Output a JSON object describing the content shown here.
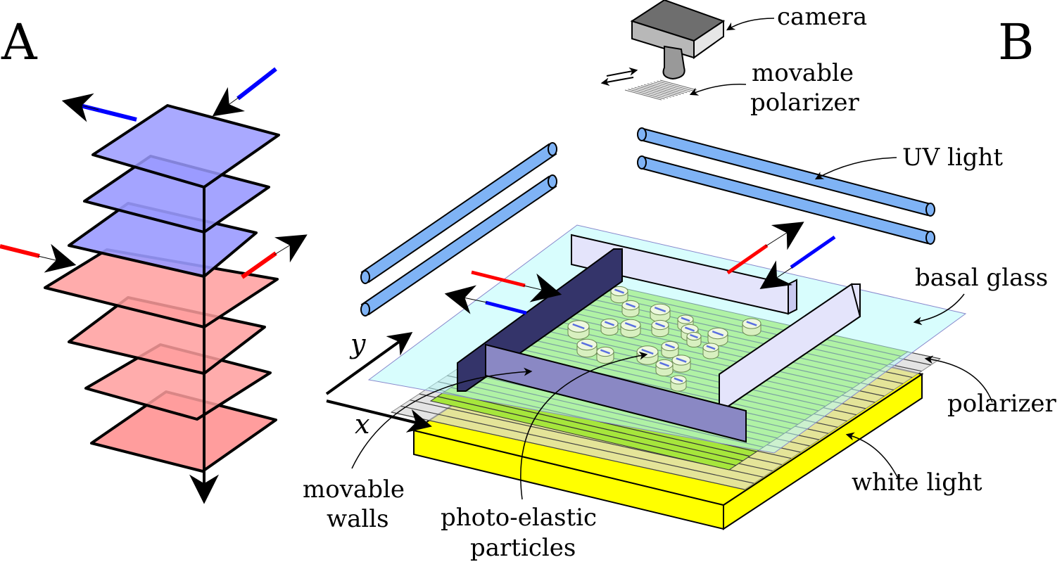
{
  "panels": {
    "a": "A",
    "b": "B"
  },
  "axes": {
    "x": "x",
    "y": "y"
  },
  "labels": {
    "camera": "camera",
    "movable_polarizer_1": "movable",
    "movable_polarizer_2": "polarizer",
    "uv_light": "UV light",
    "basal_glass": "basal glass",
    "polarizer": "polarizer",
    "white_light": "white light",
    "movable_walls_1": "movable",
    "movable_walls_2": "walls",
    "particles_1": "photo-elastic",
    "particles_2": "particles"
  },
  "colors": {
    "blue_layer": "#9a9aff",
    "red_layer": "#ff9d9d",
    "blue_arrow": "#0000ff",
    "red_arrow": "#ff0000",
    "uv_tube": "#7fb3f5",
    "glass": "#b8fbfb",
    "green_sheet": "#a6e63c",
    "white_light_box": "#ffff00",
    "wall_dark": "#34346a",
    "wall_light": "#e4e4fb"
  }
}
